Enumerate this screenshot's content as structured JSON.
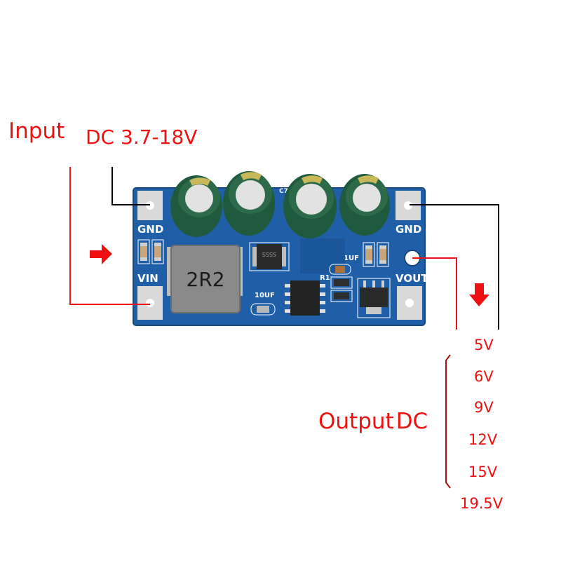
{
  "image": {
    "subject": "DC-DC boost converter module",
    "input": {
      "label": "Input",
      "range": "DC 3.7-18V"
    },
    "output": {
      "label": "Output",
      "suffix": "DC",
      "voltages": [
        "5V",
        "6V",
        "9V",
        "12V",
        "15V",
        "19.5V"
      ]
    },
    "board": {
      "silkscreen": {
        "gnd_left": "GND",
        "vin": "VIN",
        "gnd_right": "GND",
        "vout": "VOUT",
        "cap_small_label": "1UF",
        "cap_large_label": "10UF",
        "resistor_label": "R1",
        "cap_ref": "C7"
      },
      "inductor_marking": "2R2",
      "diode_marking": "SSSS",
      "colors": {
        "pcb": "#1f5fa8",
        "pad": "#d9d9d9",
        "capacitor": "#1f5a3e",
        "inductor": "#8a8a8a",
        "wire_positive": "#ee1111",
        "wire_ground": "#000000"
      }
    }
  }
}
